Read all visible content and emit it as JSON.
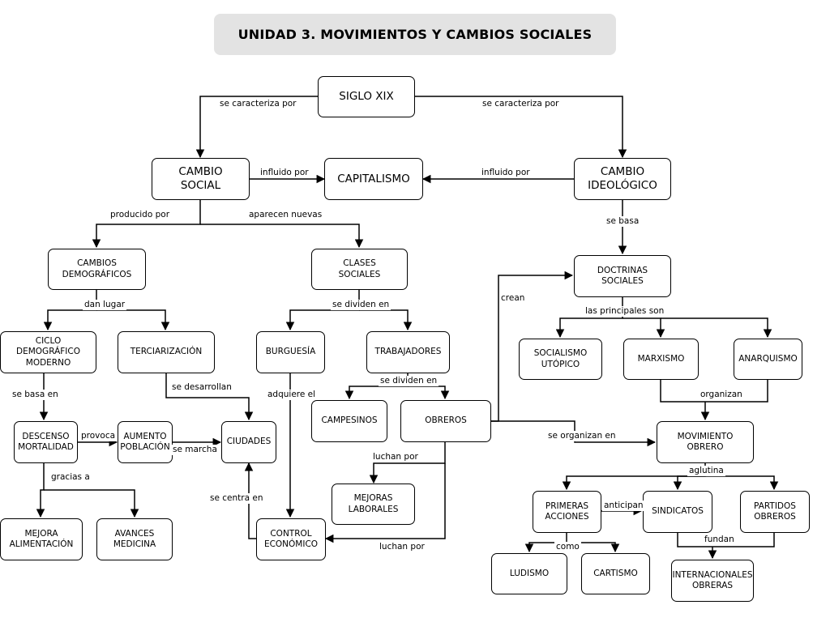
{
  "title": "UNIDAD 3. MOVIMIENTOS Y CAMBIOS SOCIALES",
  "nodes": {
    "siglo_xix": "SIGLO XIX",
    "cambio_social": "CAMBIO\nSOCIAL",
    "capitalismo": "CAPITALISMO",
    "cambio_ideologico": "CAMBIO\nIDEOLÓGICO",
    "cambios_demograficos": "CAMBIOS\nDEMOGRÁFICOS",
    "clases_sociales": "CLASES\nSOCIALES",
    "doctrinas_sociales": "DOCTRINAS\nSOCIALES",
    "ciclo_demografico": "CICLO\nDEMOGRÁFICO\nMODERNO",
    "terciarizacion": "TERCIARIZACIÓN",
    "burguesia": "BURGUESÍA",
    "trabajadores": "TRABAJADORES",
    "socialismo_utopico": "SOCIALISMO\nUTÓPICO",
    "marxismo": "MARXISMO",
    "anarquismo": "ANARQUISMO",
    "descenso_mortalidad": "DESCENSO\nMORTALIDAD",
    "aumento_poblacion": "AUMENTO\nPOBLACIÓN",
    "ciudades": "CIUDADES",
    "campesinos": "CAMPESINOS",
    "obreros": "OBREROS",
    "movimiento_obrero": "MOVIMIENTO\nOBRERO",
    "mejoras_laborales": "MEJORAS\nLABORALES",
    "mejora_alimentacion": "MEJORA\nALIMENTACIÓN",
    "avances_medicina": "AVANCES\nMEDICINA",
    "control_economico": "CONTROL\nECONÓMICO",
    "primeras_acciones": "PRIMERAS\nACCIONES",
    "sindicatos": "SINDICATOS",
    "partidos_obreros": "PARTIDOS\nOBREROS",
    "ludismo": "LUDISMO",
    "cartismo": "CARTISMO",
    "internacionales_obreras": "INTERNACIONALES\nOBRERAS"
  },
  "labels": {
    "se_caracteriza_por_left": "se caracteriza por",
    "se_caracteriza_por_right": "se caracteriza por",
    "influido_por_left": "influido por",
    "influido_por_right": "influido por",
    "producido_por": "producido por",
    "aparecen_nuevas": "aparecen nuevas",
    "se_basa": "se basa",
    "dan_lugar": "dan lugar",
    "se_dividen_en_clases": "se dividen en",
    "crean": "crean",
    "las_principales_son": "las principales son",
    "se_basa_en": "se basa en",
    "se_desarrollan": "se desarrollan",
    "adquiere_el": "adquiere el",
    "se_dividen_en_trabajadores": "se dividen en",
    "organizan": "organizan",
    "provoca": "provoca",
    "se_marcha": "se marcha",
    "se_organizan_en": "se organizan en",
    "gracias_a": "gracias a",
    "luchan_por_mejoras": "luchan por",
    "aglutina": "aglutina",
    "se_centra_en": "se centra en",
    "anticipan": "anticipan",
    "fundan": "fundan",
    "como": "como",
    "luchan_por_control": "luchan por"
  }
}
